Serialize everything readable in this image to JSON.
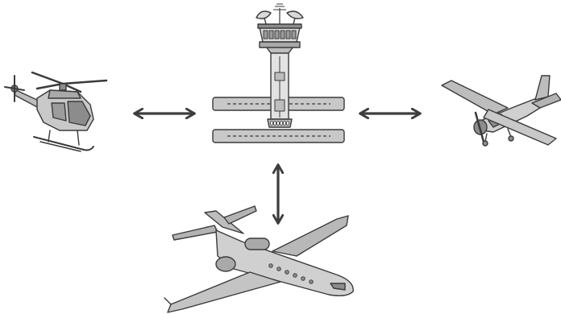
{
  "diagram": {
    "hub": {
      "icon": "control-tower-with-runways-icon"
    },
    "nodes": [
      {
        "icon": "helicopter-icon",
        "arrow": "bidirectional"
      },
      {
        "icon": "propeller-airplane-icon",
        "arrow": "bidirectional"
      },
      {
        "icon": "jet-airliner-icon",
        "arrow": "bidirectional"
      }
    ],
    "colors": {
      "outline": "#3a3a3a",
      "fill_light": "#d9d9d9",
      "fill_mid": "#b3b3b3",
      "fill_dark": "#8c8c8c",
      "arrow": "#3d3d3d"
    }
  }
}
